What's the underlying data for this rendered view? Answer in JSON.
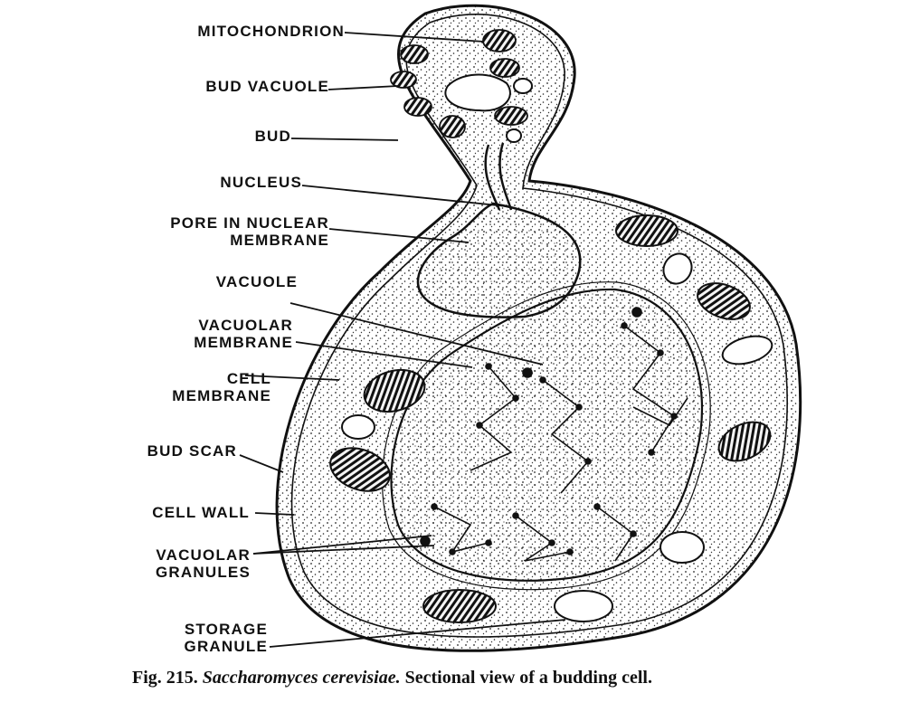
{
  "labels": {
    "mitochondrion": "MITOCHONDRION",
    "bud_vacuole": "BUD VACUOLE",
    "bud": "BUD",
    "nucleus": "NUCLEUS",
    "pore_line1": "PORE IN NUCLEAR",
    "pore_line2": "MEMBRANE",
    "vacuole": "VACUOLE",
    "vacuolar_membrane_line1": "VACUOLAR",
    "vacuolar_membrane_line2": "MEMBRANE",
    "cell_membrane_line1": "CELL",
    "cell_membrane_line2": "MEMBRANE",
    "bud_scar": "BUD SCAR",
    "cell_wall": "CELL WALL",
    "vacuolar_granules_line1": "VACUOLAR",
    "vacuolar_granules_line2": "GRANULES",
    "storage_granule_line1": "STORAGE",
    "storage_granule_line2": "GRANULE"
  },
  "caption": {
    "fig": "Fig. 215.",
    "species": "Saccharomyces cerevisiae.",
    "text": "Sectional view of a budding cell."
  }
}
